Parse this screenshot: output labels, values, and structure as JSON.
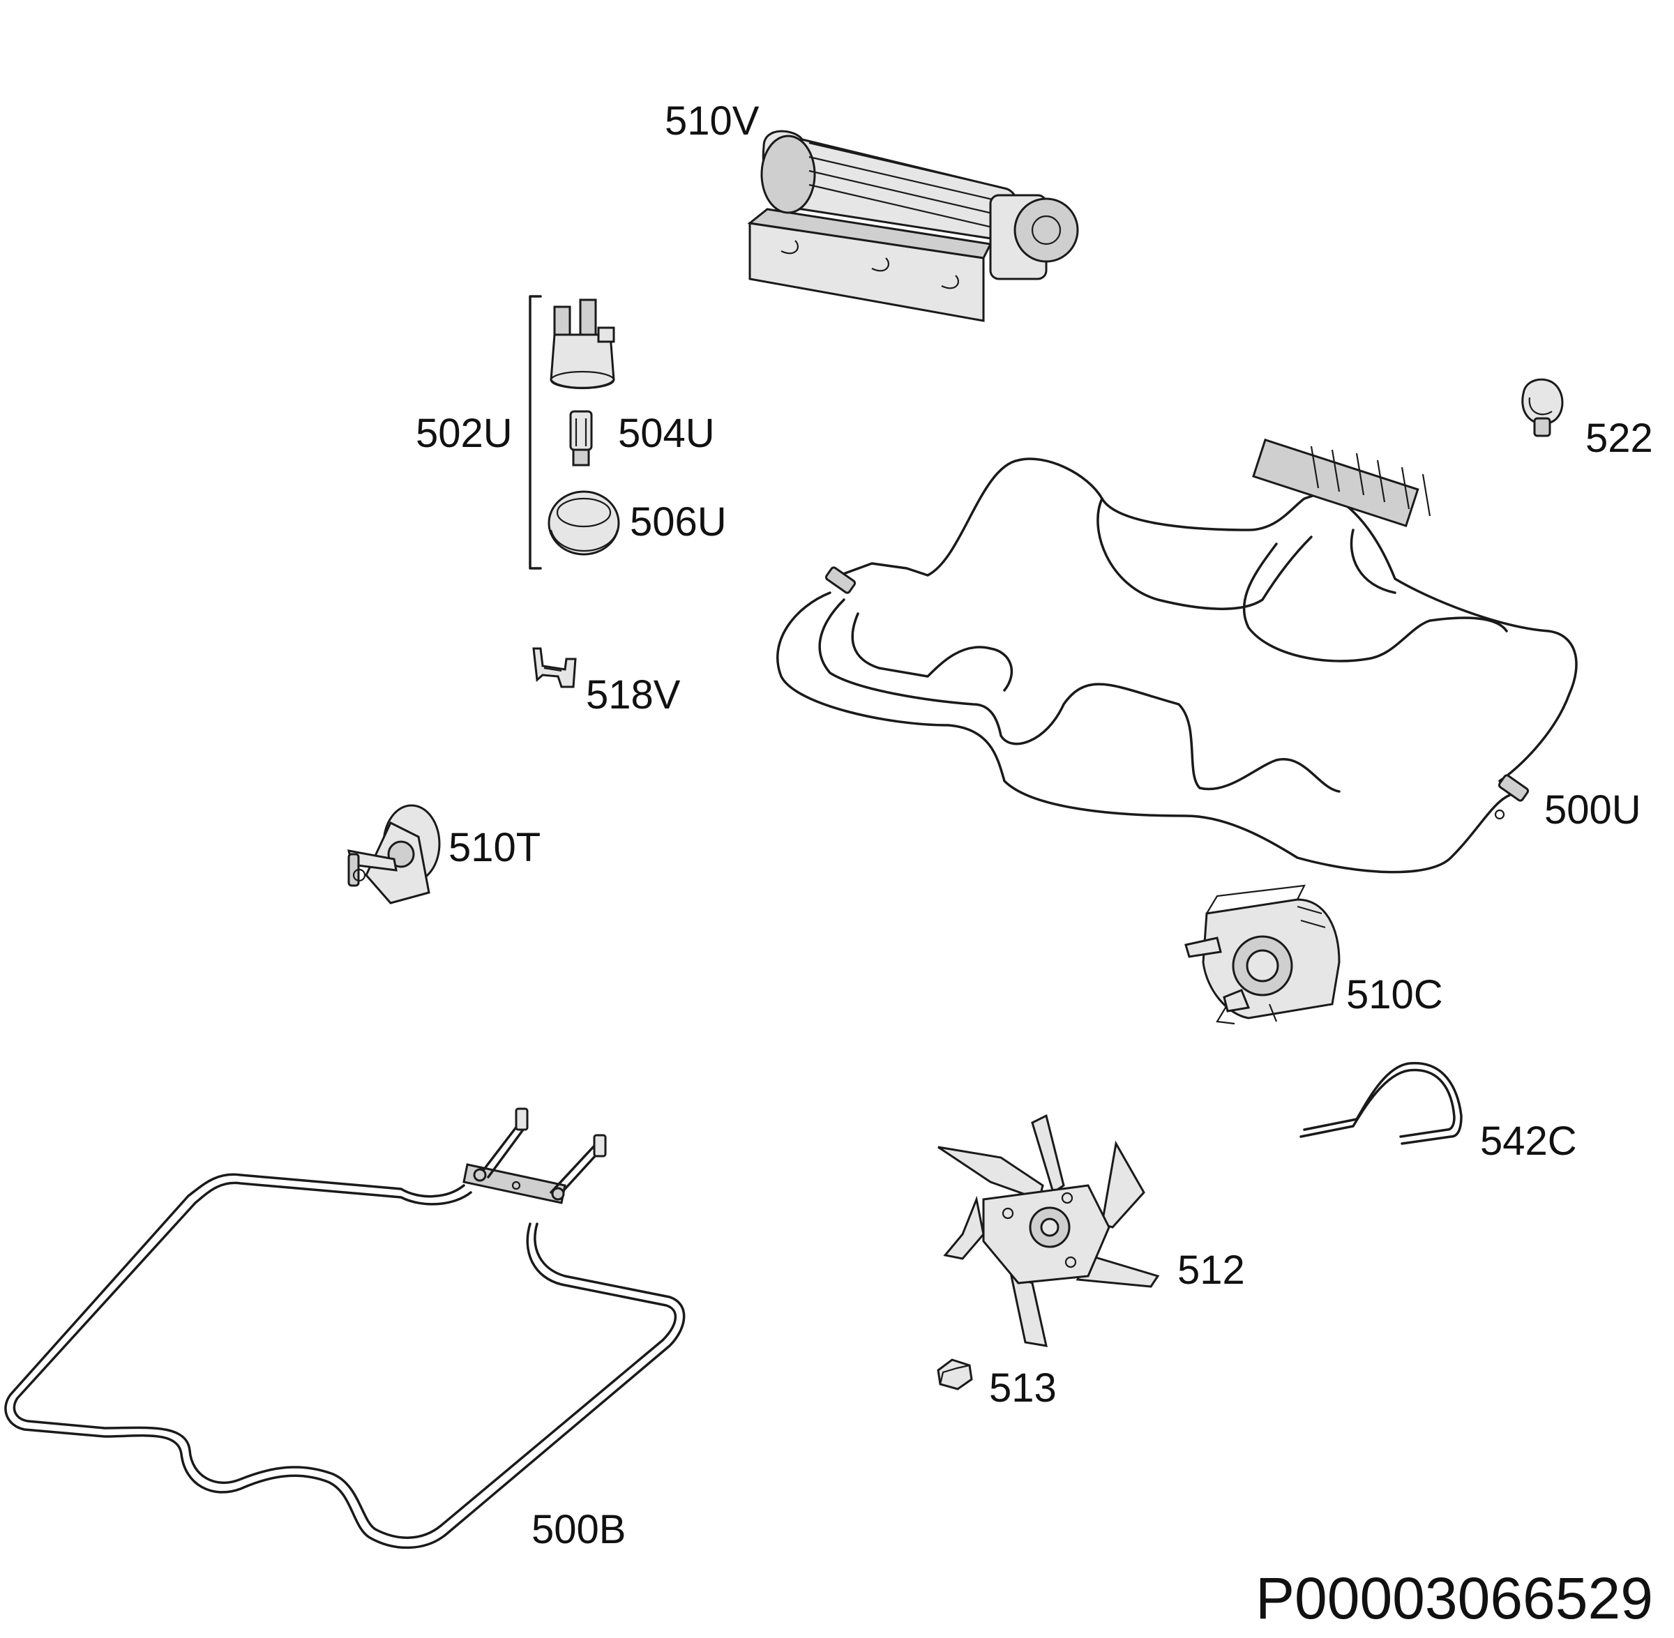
{
  "diagram": {
    "labels": {
      "p510V": "510V",
      "p502U": "502U",
      "p504U": "504U",
      "p506U": "506U",
      "p522": "522",
      "p518V": "518V",
      "p500U": "500U",
      "p510T": "510T",
      "p510C": "510C",
      "p542C": "542C",
      "p512": "512",
      "p513": "513",
      "p500B": "500B"
    },
    "document_id": "P00003066529"
  }
}
